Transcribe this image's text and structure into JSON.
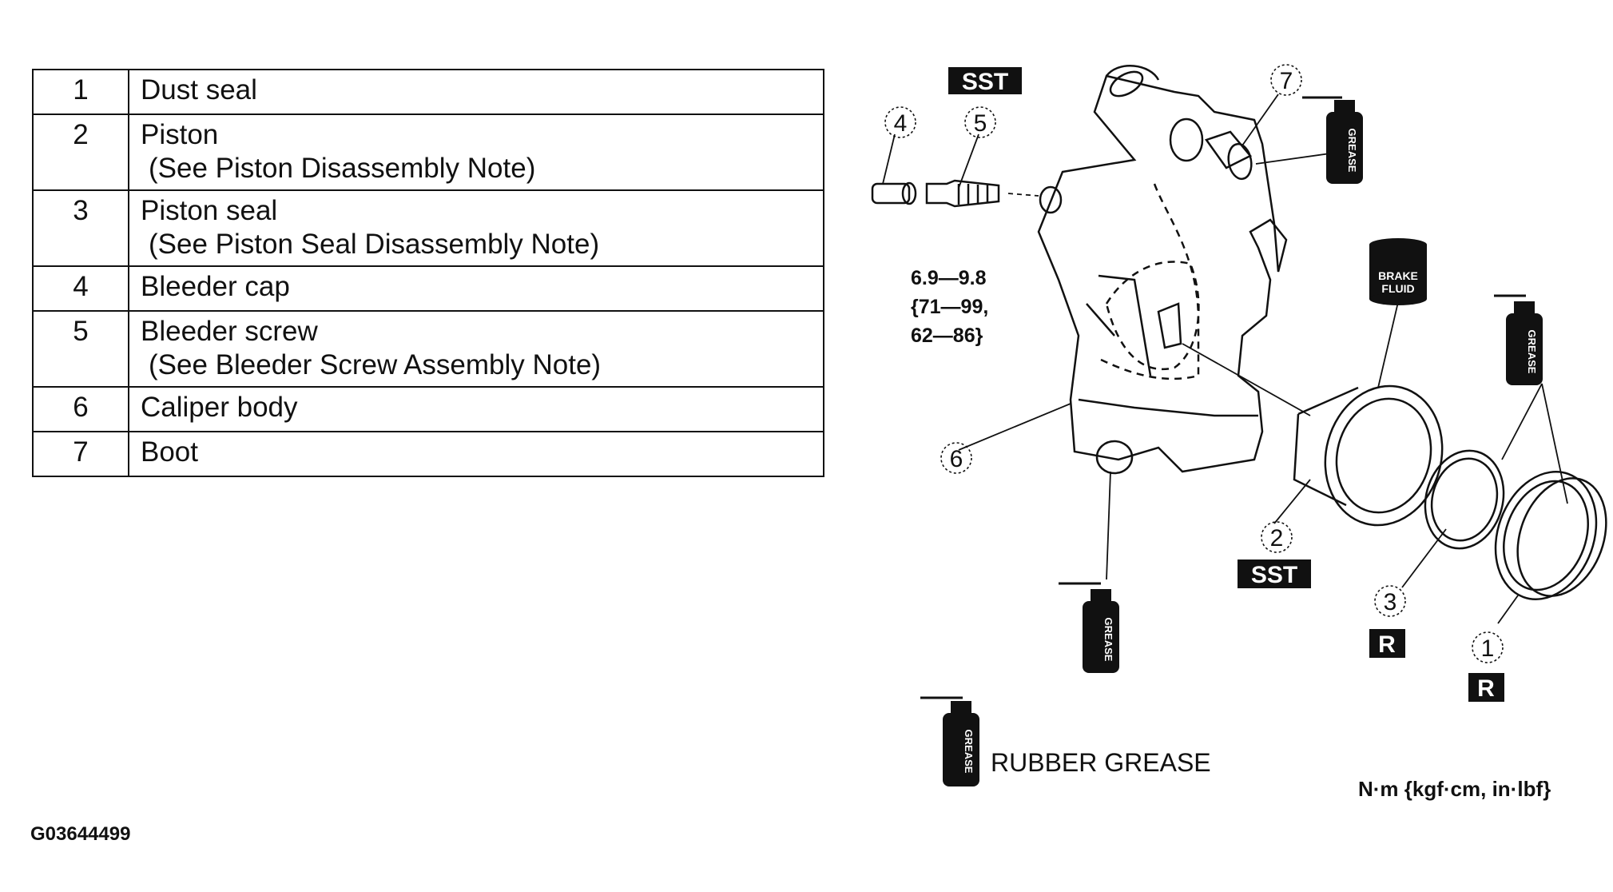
{
  "parts": [
    {
      "num": "1",
      "name": "Dust seal",
      "note": ""
    },
    {
      "num": "2",
      "name": "Piston",
      "note": "(See  Piston Disassembly Note)"
    },
    {
      "num": "3",
      "name": "Piston seal",
      "note": "(See  Piston Seal Disassembly Note)"
    },
    {
      "num": "4",
      "name": "Bleeder cap",
      "note": ""
    },
    {
      "num": "5",
      "name": "Bleeder screw",
      "note": "(See  Bleeder Screw Assembly Note)"
    },
    {
      "num": "6",
      "name": "Caliper body",
      "note": ""
    },
    {
      "num": "7",
      "name": "Boot",
      "note": ""
    }
  ],
  "callouts": [
    "1",
    "2",
    "3",
    "4",
    "5",
    "6",
    "7"
  ],
  "tags": {
    "sst": "SST",
    "replace": "R",
    "grease": "GREASE",
    "brake_fluid_line1": "BRAKE",
    "brake_fluid_line2": "FLUID"
  },
  "torque": {
    "line1": "6.9—9.8",
    "line2": "{71—99,",
    "line3": "62—86}"
  },
  "legend": {
    "rubber_grease": "RUBBER GREASE"
  },
  "units": "N·m {kgf·cm, in·lbf}",
  "figure_code": "G03644499"
}
